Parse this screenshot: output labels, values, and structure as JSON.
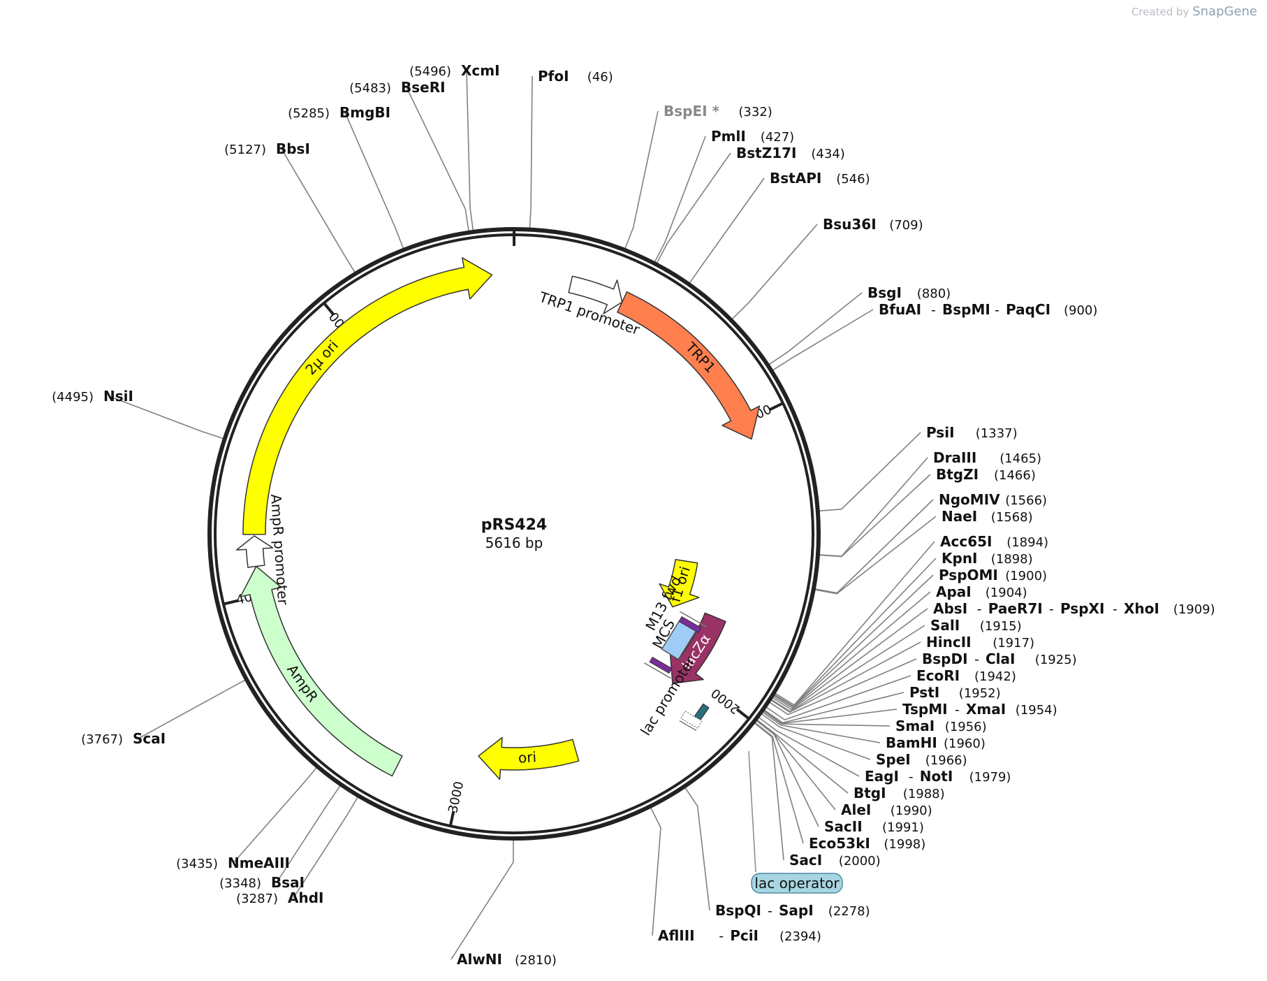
{
  "watermark": {
    "prefix": "Created by",
    "brand": "SnapGene"
  },
  "plasmid": {
    "name": "pRS424",
    "size_label": "5616 bp",
    "length": 5616
  },
  "ticks": [
    {
      "pos": 1000,
      "label": "1000"
    },
    {
      "pos": 2000,
      "label": "2000"
    },
    {
      "pos": 3000,
      "label": "3000"
    },
    {
      "pos": 4000,
      "label": "4000"
    },
    {
      "pos": 5000,
      "label": "5000"
    }
  ],
  "features": [
    {
      "name": "TRP1 promoter",
      "start": 199,
      "end": 390,
      "type": "promoter",
      "fill": "#ffffff"
    },
    {
      "name": "TRP1",
      "start": 390,
      "end": 1065,
      "type": "cds",
      "fill": "#ff7f4f"
    },
    {
      "name": "f1 ori",
      "start": 1545,
      "end": 1790,
      "type": "ori",
      "fill": "#ffff00"
    },
    {
      "name": "lacZα",
      "start": 1755,
      "end": 2080,
      "type": "cds",
      "fill": "#993366"
    },
    {
      "name": "lac promoter",
      "start": 2090,
      "end": 2120,
      "type": "promoter",
      "fill": "#2d6d79"
    },
    {
      "name": "ori",
      "start": 2560,
      "end": 2950,
      "type": "ori",
      "fill": "#ffff00"
    },
    {
      "name": "AmpR",
      "start": 3225,
      "end": 4100,
      "type": "cds",
      "fill": "#ccffcc"
    },
    {
      "name": "AmpR promoter",
      "start": 4100,
      "end": 4205,
      "type": "promoter",
      "fill": "#ffffff"
    },
    {
      "name": "2μ ori",
      "start": 4210,
      "end": 5540,
      "type": "ori",
      "fill": "#ffff00"
    }
  ],
  "annotations": {
    "m13_fwd": "M13 fwd",
    "mcs": "MCS",
    "lac_operator": "lac operator"
  },
  "sites": [
    {
      "names": [
        "PfoI"
      ],
      "pos": "(46)"
    },
    {
      "names": [
        "BspEI *"
      ],
      "pos": "(332)",
      "grey": true
    },
    {
      "names": [
        "PmlI"
      ],
      "pos": "(427)"
    },
    {
      "names": [
        "BstZ17I"
      ],
      "pos": "(434)"
    },
    {
      "names": [
        "BstAPI"
      ],
      "pos": "(546)"
    },
    {
      "names": [
        "Bsu36I"
      ],
      "pos": "(709)"
    },
    {
      "names": [
        "BsgI"
      ],
      "pos": "(880)"
    },
    {
      "names": [
        "BfuAI",
        "BspMI",
        "PaqCI"
      ],
      "pos": "(900)"
    },
    {
      "names": [
        "PsiI"
      ],
      "pos": "(1337)"
    },
    {
      "names": [
        "DraIII"
      ],
      "pos": "(1465)"
    },
    {
      "names": [
        "BtgZI"
      ],
      "pos": "(1466)"
    },
    {
      "names": [
        "NgoMIV"
      ],
      "pos": "(1566)"
    },
    {
      "names": [
        "NaeI"
      ],
      "pos": "(1568)"
    },
    {
      "names": [
        "Acc65I"
      ],
      "pos": "(1894)"
    },
    {
      "names": [
        "KpnI"
      ],
      "pos": "(1898)"
    },
    {
      "names": [
        "PspOMI"
      ],
      "pos": "(1900)"
    },
    {
      "names": [
        "ApaI"
      ],
      "pos": "(1904)"
    },
    {
      "names": [
        "AbsI",
        "PaeR7I",
        "PspXI",
        "XhoI"
      ],
      "pos": "(1909)"
    },
    {
      "names": [
        "SalI"
      ],
      "pos": "(1915)"
    },
    {
      "names": [
        "HincII"
      ],
      "pos": "(1917)"
    },
    {
      "names": [
        "BspDI",
        "ClaI"
      ],
      "pos": "(1925)"
    },
    {
      "names": [
        "EcoRI"
      ],
      "pos": "(1942)"
    },
    {
      "names": [
        "PstI"
      ],
      "pos": "(1952)"
    },
    {
      "names": [
        "TspMI",
        "XmaI"
      ],
      "pos": "(1954)"
    },
    {
      "names": [
        "SmaI"
      ],
      "pos": "(1956)"
    },
    {
      "names": [
        "BamHI"
      ],
      "pos": "(1960)"
    },
    {
      "names": [
        "SpeI"
      ],
      "pos": "(1966)"
    },
    {
      "names": [
        "EagI",
        "NotI"
      ],
      "pos": "(1979)"
    },
    {
      "names": [
        "BtgI"
      ],
      "pos": "(1988)"
    },
    {
      "names": [
        "AleI"
      ],
      "pos": "(1990)"
    },
    {
      "names": [
        "SacII"
      ],
      "pos": "(1991)"
    },
    {
      "names": [
        "Eco53kI"
      ],
      "pos": "(1998)"
    },
    {
      "names": [
        "SacI"
      ],
      "pos": "(2000)"
    },
    {
      "names": [
        "BspQI",
        "SapI"
      ],
      "pos": "(2278)"
    },
    {
      "names": [
        "AflIII",
        "PciI"
      ],
      "pos": "(2394)"
    },
    {
      "names": [
        "AlwNI"
      ],
      "pos": "(2810)"
    },
    {
      "names": [
        "AhdI"
      ],
      "pos": "(3287)"
    },
    {
      "names": [
        "BsaI"
      ],
      "pos": "(3348)"
    },
    {
      "names": [
        "NmeAIII"
      ],
      "pos": "(3435)"
    },
    {
      "names": [
        "ScaI"
      ],
      "pos": "(3767)"
    },
    {
      "names": [
        "NsiI"
      ],
      "pos": "(4495)"
    },
    {
      "names": [
        "BbsI"
      ],
      "pos": "(5127)"
    },
    {
      "names": [
        "BmgBI"
      ],
      "pos": "(5285)"
    },
    {
      "names": [
        "BseRI"
      ],
      "pos": "(5483)"
    },
    {
      "names": [
        "XcmI"
      ],
      "pos": "(5496)"
    }
  ]
}
